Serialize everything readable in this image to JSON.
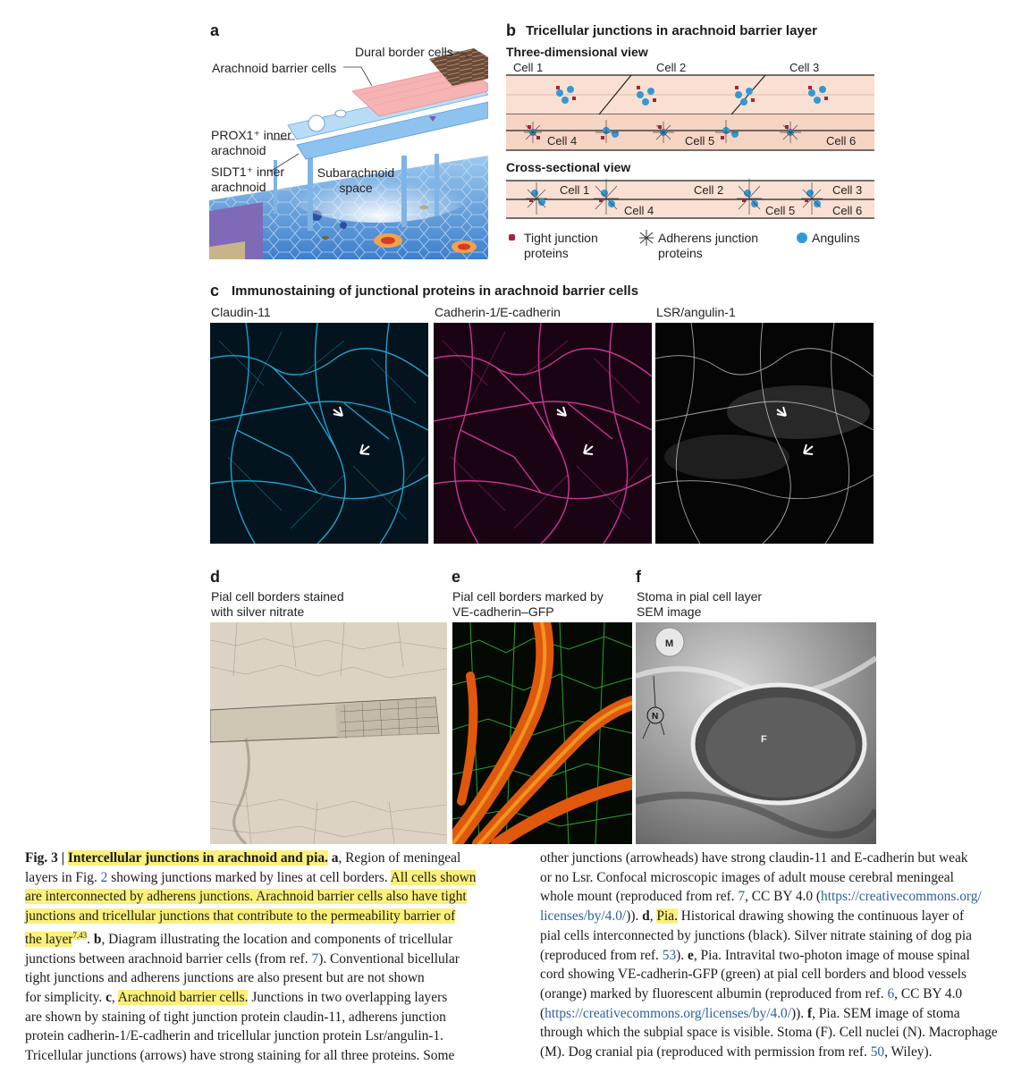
{
  "panel_a": {
    "letter": "a",
    "labels": {
      "dural": "Dural border cells",
      "arachnoid_barrier": "Arachnoid barrier cells",
      "prox1_line1": "PROX1⁺ inner",
      "prox1_line2": "arachnoid",
      "sidt1_line1": "SIDT1⁺ inner",
      "sidt1_line2": "arachnoid",
      "subarachnoid_line1": "Subarachnoid",
      "subarachnoid_line2": "space"
    }
  },
  "panel_b": {
    "letter": "b",
    "title": "Tricellular junctions in arachnoid barrier layer",
    "view3d": "Three-dimensional view",
    "cross": "Cross-sectional view",
    "cells3d": [
      "Cell 1",
      "Cell 2",
      "Cell 3",
      "Cell 4",
      "Cell 5",
      "Cell 6"
    ],
    "cellsCross": [
      "Cell 1",
      "Cell 2",
      "Cell 3",
      "Cell 4",
      "Cell 5",
      "Cell 6"
    ],
    "legend": {
      "tight_line1": "Tight junction",
      "tight_line2": "proteins",
      "adherens_line1": "Adherens junction",
      "adherens_line2": "proteins",
      "angulins": "Angulins"
    },
    "colors": {
      "tight": "#a8233a",
      "angulin": "#2f9ad6",
      "layer": "#f7d9cc"
    }
  },
  "panel_c": {
    "letter": "c",
    "title": "Immunostaining of junctional proteins in arachnoid barrier cells",
    "images": [
      {
        "label": "Claudin-11",
        "color": "#1fb0e0"
      },
      {
        "label": "Cadherin-1/E-cadherin",
        "color": "#e03aa0"
      },
      {
        "label": "LSR/angulin-1",
        "color": "#e8e8e8"
      }
    ]
  },
  "panel_d": {
    "letter": "d",
    "line1": "Pial cell borders stained",
    "line2": "with silver nitrate"
  },
  "panel_e": {
    "letter": "e",
    "line1": "Pial cell borders marked by",
    "line2": "VE-cadherin–GFP"
  },
  "panel_f": {
    "letter": "f",
    "line1": "Stoma in pial cell layer",
    "line2": "SEM image",
    "marks": {
      "m": "M",
      "n": "N",
      "f": "F"
    }
  },
  "caption": {
    "left": {
      "fig": "Fig. 3 | ",
      "title": "Intercellular junctions in arachnoid and pia.",
      "l1a": " a",
      "l1b": ", Region of meningeal",
      "l2a": "layers in Fig. ",
      "l2ref": "2",
      "l2b": " showing junctions marked by lines at cell borders. ",
      "l2hl": "All cells shown",
      "l3": "are interconnected by adherens junctions. Arachnoid barrier cells also have tight",
      "l4": "junctions and tricellular junctions that contribute to the permeability barrier of",
      "l5hl": "the layer",
      "l5sup": "7,43",
      "l5a": ". ",
      "l5b": "b",
      "l5c": ", Diagram illustrating the location and components of tricellular",
      "l6a": "junctions between arachnoid barrier cells (from ref. ",
      "l6ref": "7",
      "l6b": "). Conventional bicellular",
      "l7": "tight junctions and adherens junctions are also present but are not shown",
      "l8a": "for simplicity. ",
      "l8b": "c",
      "l8c": ", ",
      "l8hl": "Arachnoid barrier cells.",
      "l8d": " Junctions in two overlapping layers",
      "l9": "are shown by staining of tight junction protein claudin-11, adherens junction",
      "l10": "protein cadherin-1/E-cadherin and tricellular junction protein Lsr/angulin-1.",
      "l11": "Tricellular junctions (arrows) have strong staining for all three proteins. Some"
    },
    "right": {
      "r1": "other junctions (arrowheads) have strong claudin-11 and E-cadherin but weak",
      "r2": "or no Lsr. Confocal microscopic images of adult mouse cerebral meningeal",
      "r3a": "whole mount (reproduced from ref. ",
      "r3ref": "7",
      "r3b": ", CC BY 4.0 (",
      "r3link": "https://creativecommons.org/",
      "r4link": "licenses/by/4.0/",
      "r4a": ")). ",
      "r4b": "d",
      "r4c": ", ",
      "r4hl": "Pia.",
      "r4d": " Historical drawing showing the continuous layer of",
      "r5": "pial cells interconnected by junctions (black). Silver nitrate staining of dog pia",
      "r6a": "(reproduced from ref. ",
      "r6ref": "53",
      "r6b": "). ",
      "r6c": "e",
      "r6d": ", Pia. Intravital two-photon image of mouse spinal",
      "r7": "cord showing VE-cadherin-GFP (green) at pial cell borders and blood vessels",
      "r8a": "(orange) marked by fluorescent albumin (reproduced from ref. ",
      "r8ref": "6",
      "r8b": ", CC BY 4.0",
      "r9a": "(",
      "r9link": "https://creativecommons.org/licenses/by/4.0/",
      "r9b": ")). ",
      "r9c": "f",
      "r9d": ", Pia. SEM image of stoma",
      "r10": "through which the subpial space is visible. Stoma (F). Cell nuclei (N). Macrophage",
      "r11a": "(M). Dog cranial pia (reproduced with permission from ref. ",
      "r11ref": "50",
      "r11b": ", Wiley)."
    }
  }
}
